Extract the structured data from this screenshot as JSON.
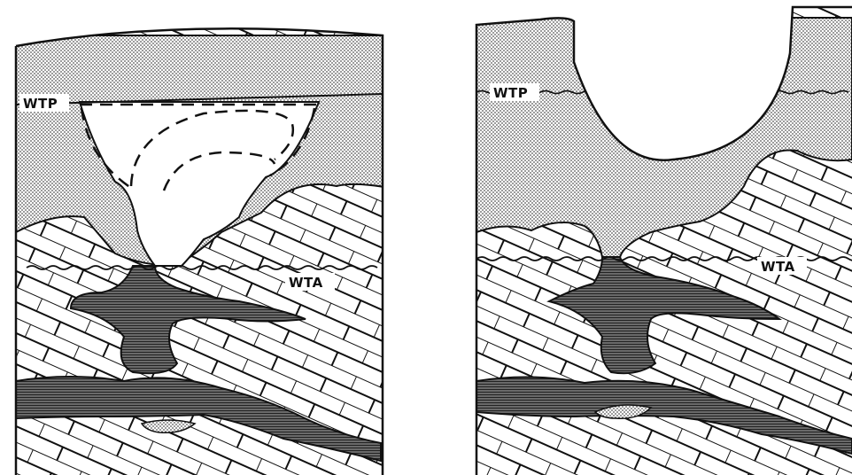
{
  "panels": [
    {
      "id": "left",
      "labels": {
        "upper_water_table": "WTP",
        "lower_water_table": "WTA"
      }
    },
    {
      "id": "right",
      "labels": {
        "upper_water_table": "WTP",
        "lower_water_table": "WTA"
      }
    }
  ],
  "legend_colors": {
    "sediment_stipple": "#d6d6d6",
    "limestone_block": "#ffffff",
    "water_filled_cavity": "#5a5a5a",
    "outline": "#111111"
  }
}
